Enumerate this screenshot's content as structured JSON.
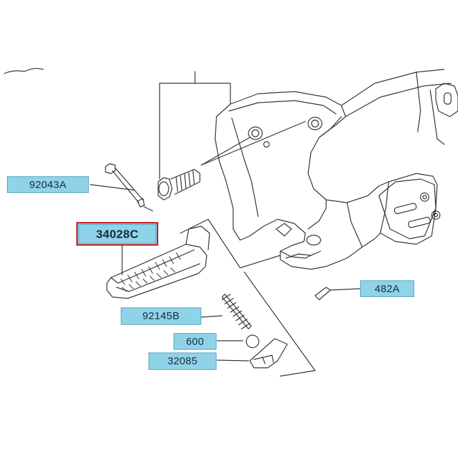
{
  "labels": {
    "p92043A": "92043A",
    "p34028C": "34028C",
    "p92145B": "92145B",
    "p600": "600",
    "p32085": "32085",
    "p482A": "482A"
  },
  "colors": {
    "label_fill": "#8fd3e8",
    "highlight_border": "#c01c1c",
    "line": "#333333"
  }
}
